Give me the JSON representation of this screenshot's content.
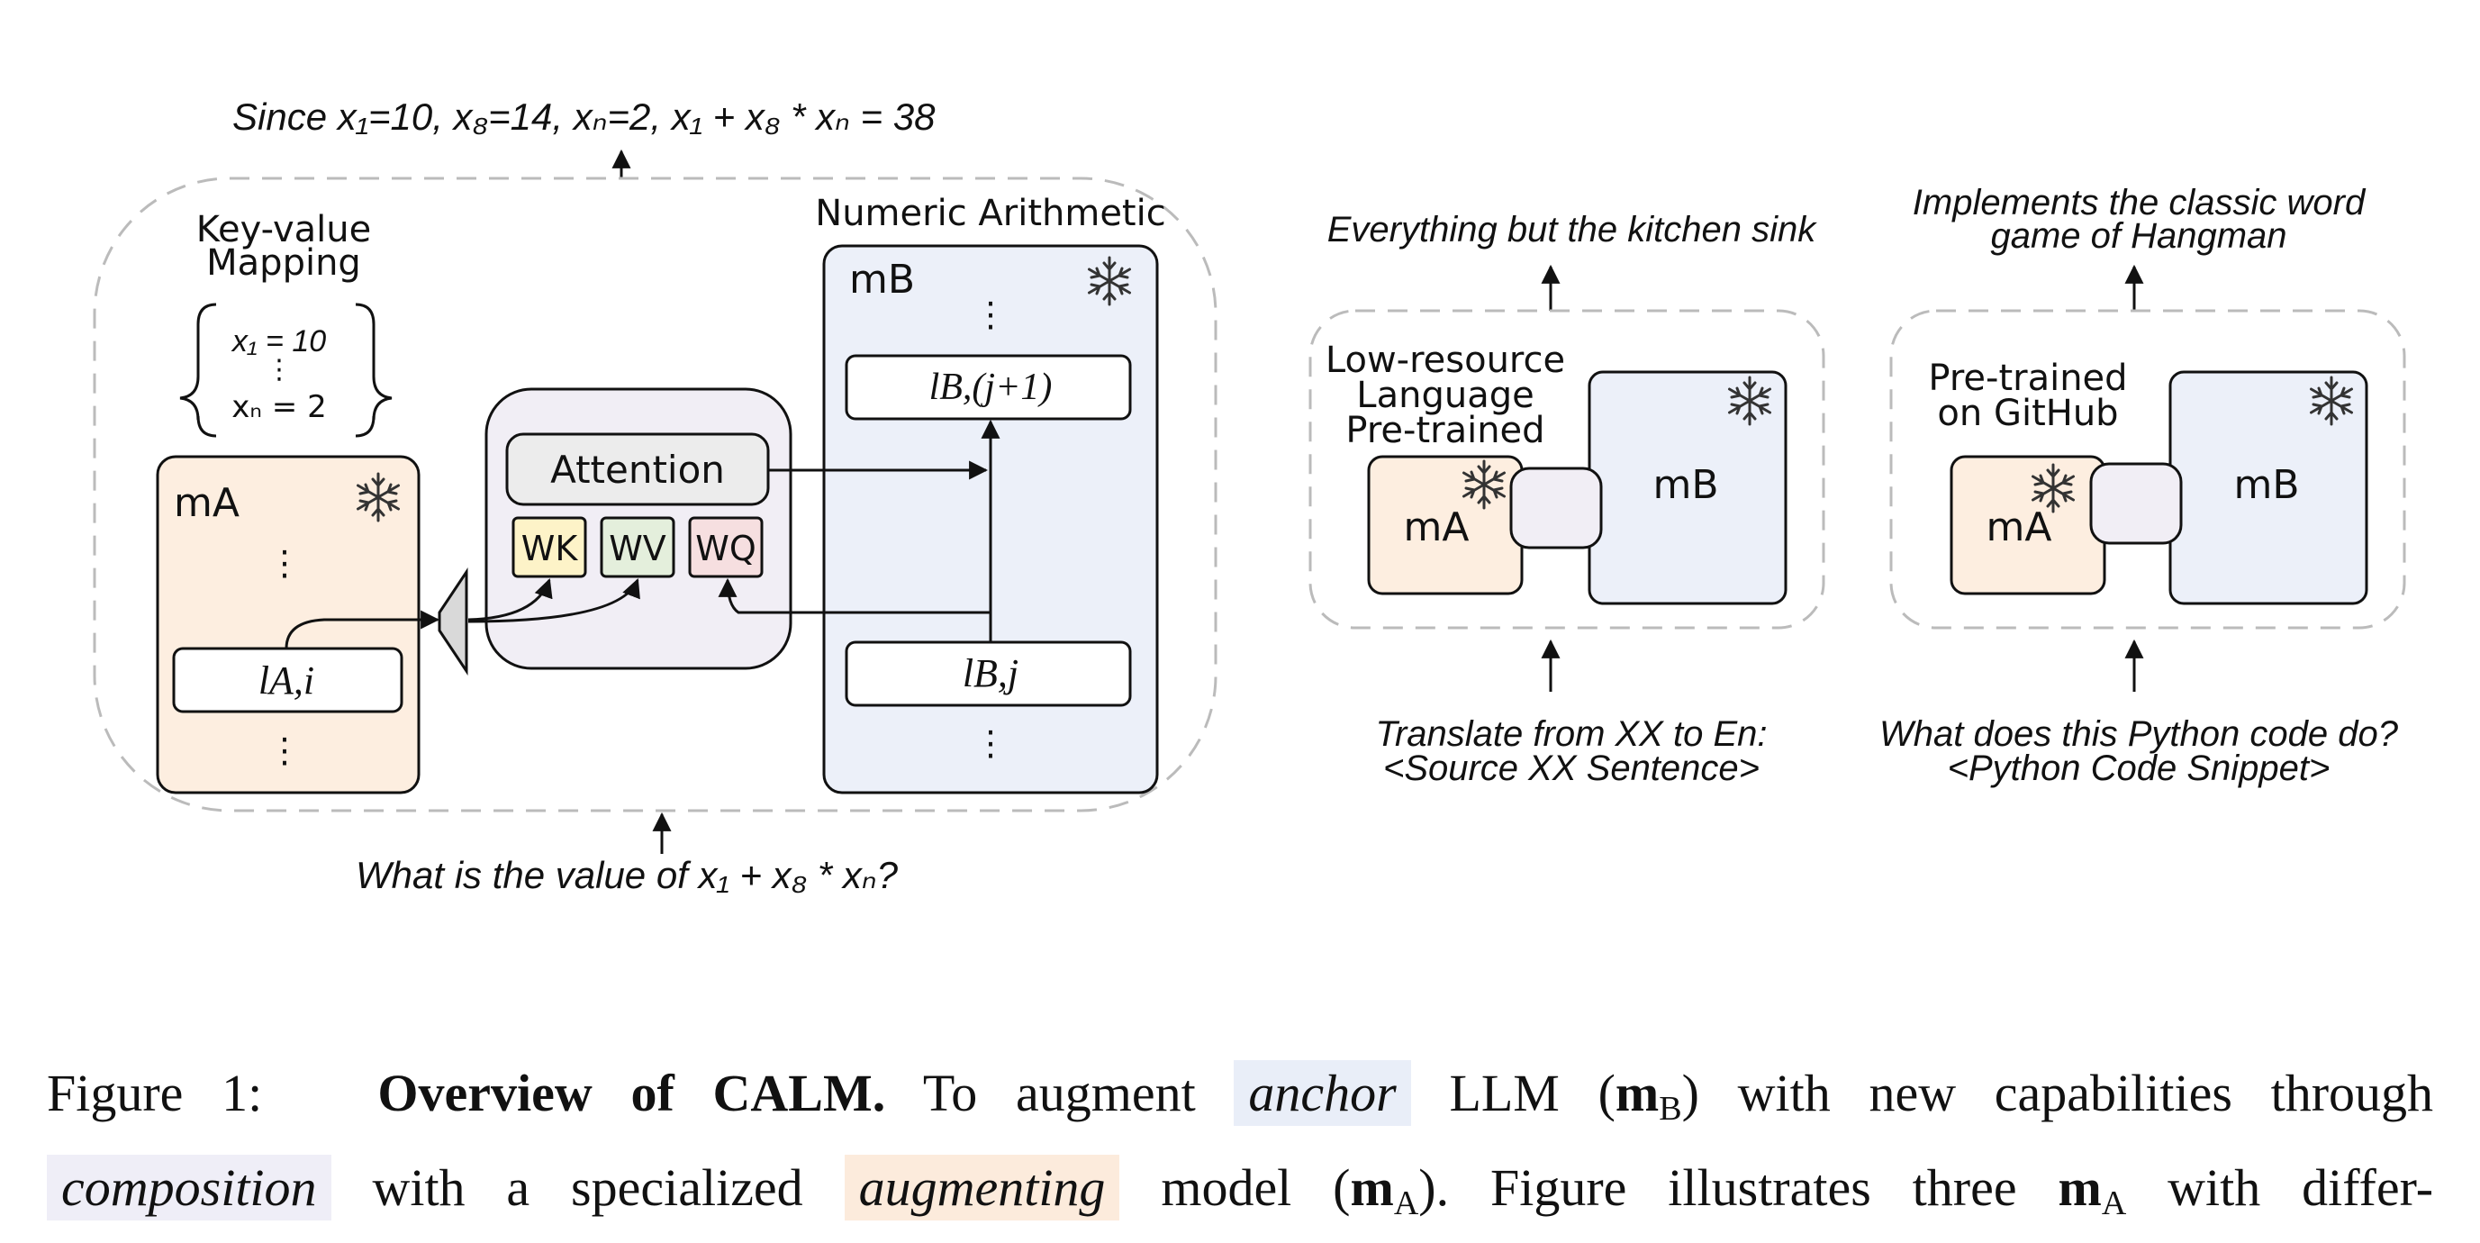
{
  "left_panel": {
    "top_output": "Since x₁=10, x₈=14, xₙ=2, x₁ + x₈ * xₙ = 38",
    "bottom_input": "What is the value of x₁ + x₈ * xₙ?",
    "kv_title_line1": "Key-value",
    "kv_title_line2": "Mapping",
    "kv_entry1": "x₁ = 10",
    "kv_dots": "⋮",
    "kv_entry2": "xₙ = 2",
    "numeric_title": "Numeric Arithmetic",
    "model_a_label": "mA",
    "model_b_label": "mB",
    "layer_a": "lA,i",
    "layer_b_top": "lB,(j+1)",
    "layer_b_bottom": "lB,j",
    "attention_label": "Attention",
    "wk": "WK",
    "wv": "WV",
    "wq": "WQ",
    "dots": "⋮"
  },
  "middle_panel": {
    "output": "Everything but the kitchen sink",
    "title_line1": "Low-resource",
    "title_line2": "Language",
    "title_line3": "Pre-trained",
    "model_a_label": "mA",
    "model_b_label": "mB",
    "input_line1": "Translate from XX to En:",
    "input_line2": "<Source XX Sentence>"
  },
  "right_panel": {
    "output_line1": "Implements the classic word",
    "output_line2": "game of Hangman",
    "title_line1": "Pre-trained",
    "title_line2": "on GitHub",
    "model_a_label": "mA",
    "model_b_label": "mB",
    "input_line1": "What does this Python code do?",
    "input_line2": "<Python Code Snippet>"
  },
  "caption": {
    "fig_label": "Figure 1:",
    "bold_title": "Overview of CALM.",
    "t1": "To augment",
    "anchor": "anchor",
    "t2": "LLM (",
    "mb": "m",
    "mb_sub": "B",
    "t3": ") with new capabilities through",
    "composition": "composition",
    "t4": "with a specialized",
    "augmenting": "augmenting",
    "t5": "model (",
    "ma": "m",
    "ma_sub": "A",
    "t6": "). Figure illustrates three",
    "ma2": "m",
    "ma2_sub": "A",
    "t7": "with differ-"
  },
  "colors": {
    "augmenting_fill": "#fdeee0",
    "anchor_fill": "#ecf0f9",
    "composition_fill": "#f1eef5",
    "wk_fill": "#fdf3c8",
    "wv_fill": "#e4efdc",
    "wq_fill": "#f6dfe0",
    "dashed_border": "#bbbbbb"
  },
  "icons": [
    "snowflake-icon",
    "arrow-icon",
    "projection-trapezoid-icon"
  ]
}
